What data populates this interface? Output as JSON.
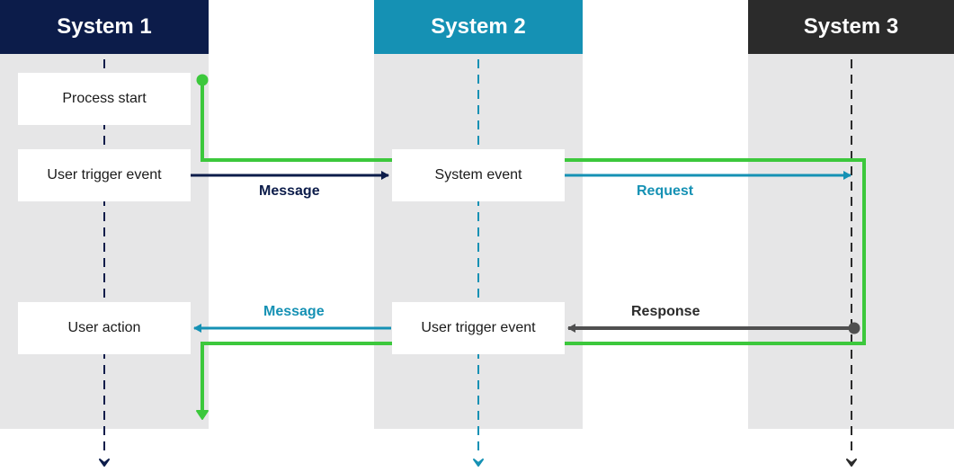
{
  "colors": {
    "system1": "#0c1c4a",
    "system2": "#1591b4",
    "system3": "#2b2b2b",
    "lane_bg": "#e6e6e7",
    "flow_green": "#3cc83c",
    "response_gray": "#505050"
  },
  "systems": [
    {
      "name": "System 1"
    },
    {
      "name": "System 2"
    },
    {
      "name": "System 3"
    }
  ],
  "boxes": {
    "process_start": "Process start",
    "user_trigger_1": "User trigger event",
    "system_event": "System event",
    "user_action": "User action",
    "user_trigger_2": "User trigger event"
  },
  "arrows": {
    "message_1": "Message",
    "request": "Request",
    "message_2": "Message",
    "response": "Response"
  }
}
